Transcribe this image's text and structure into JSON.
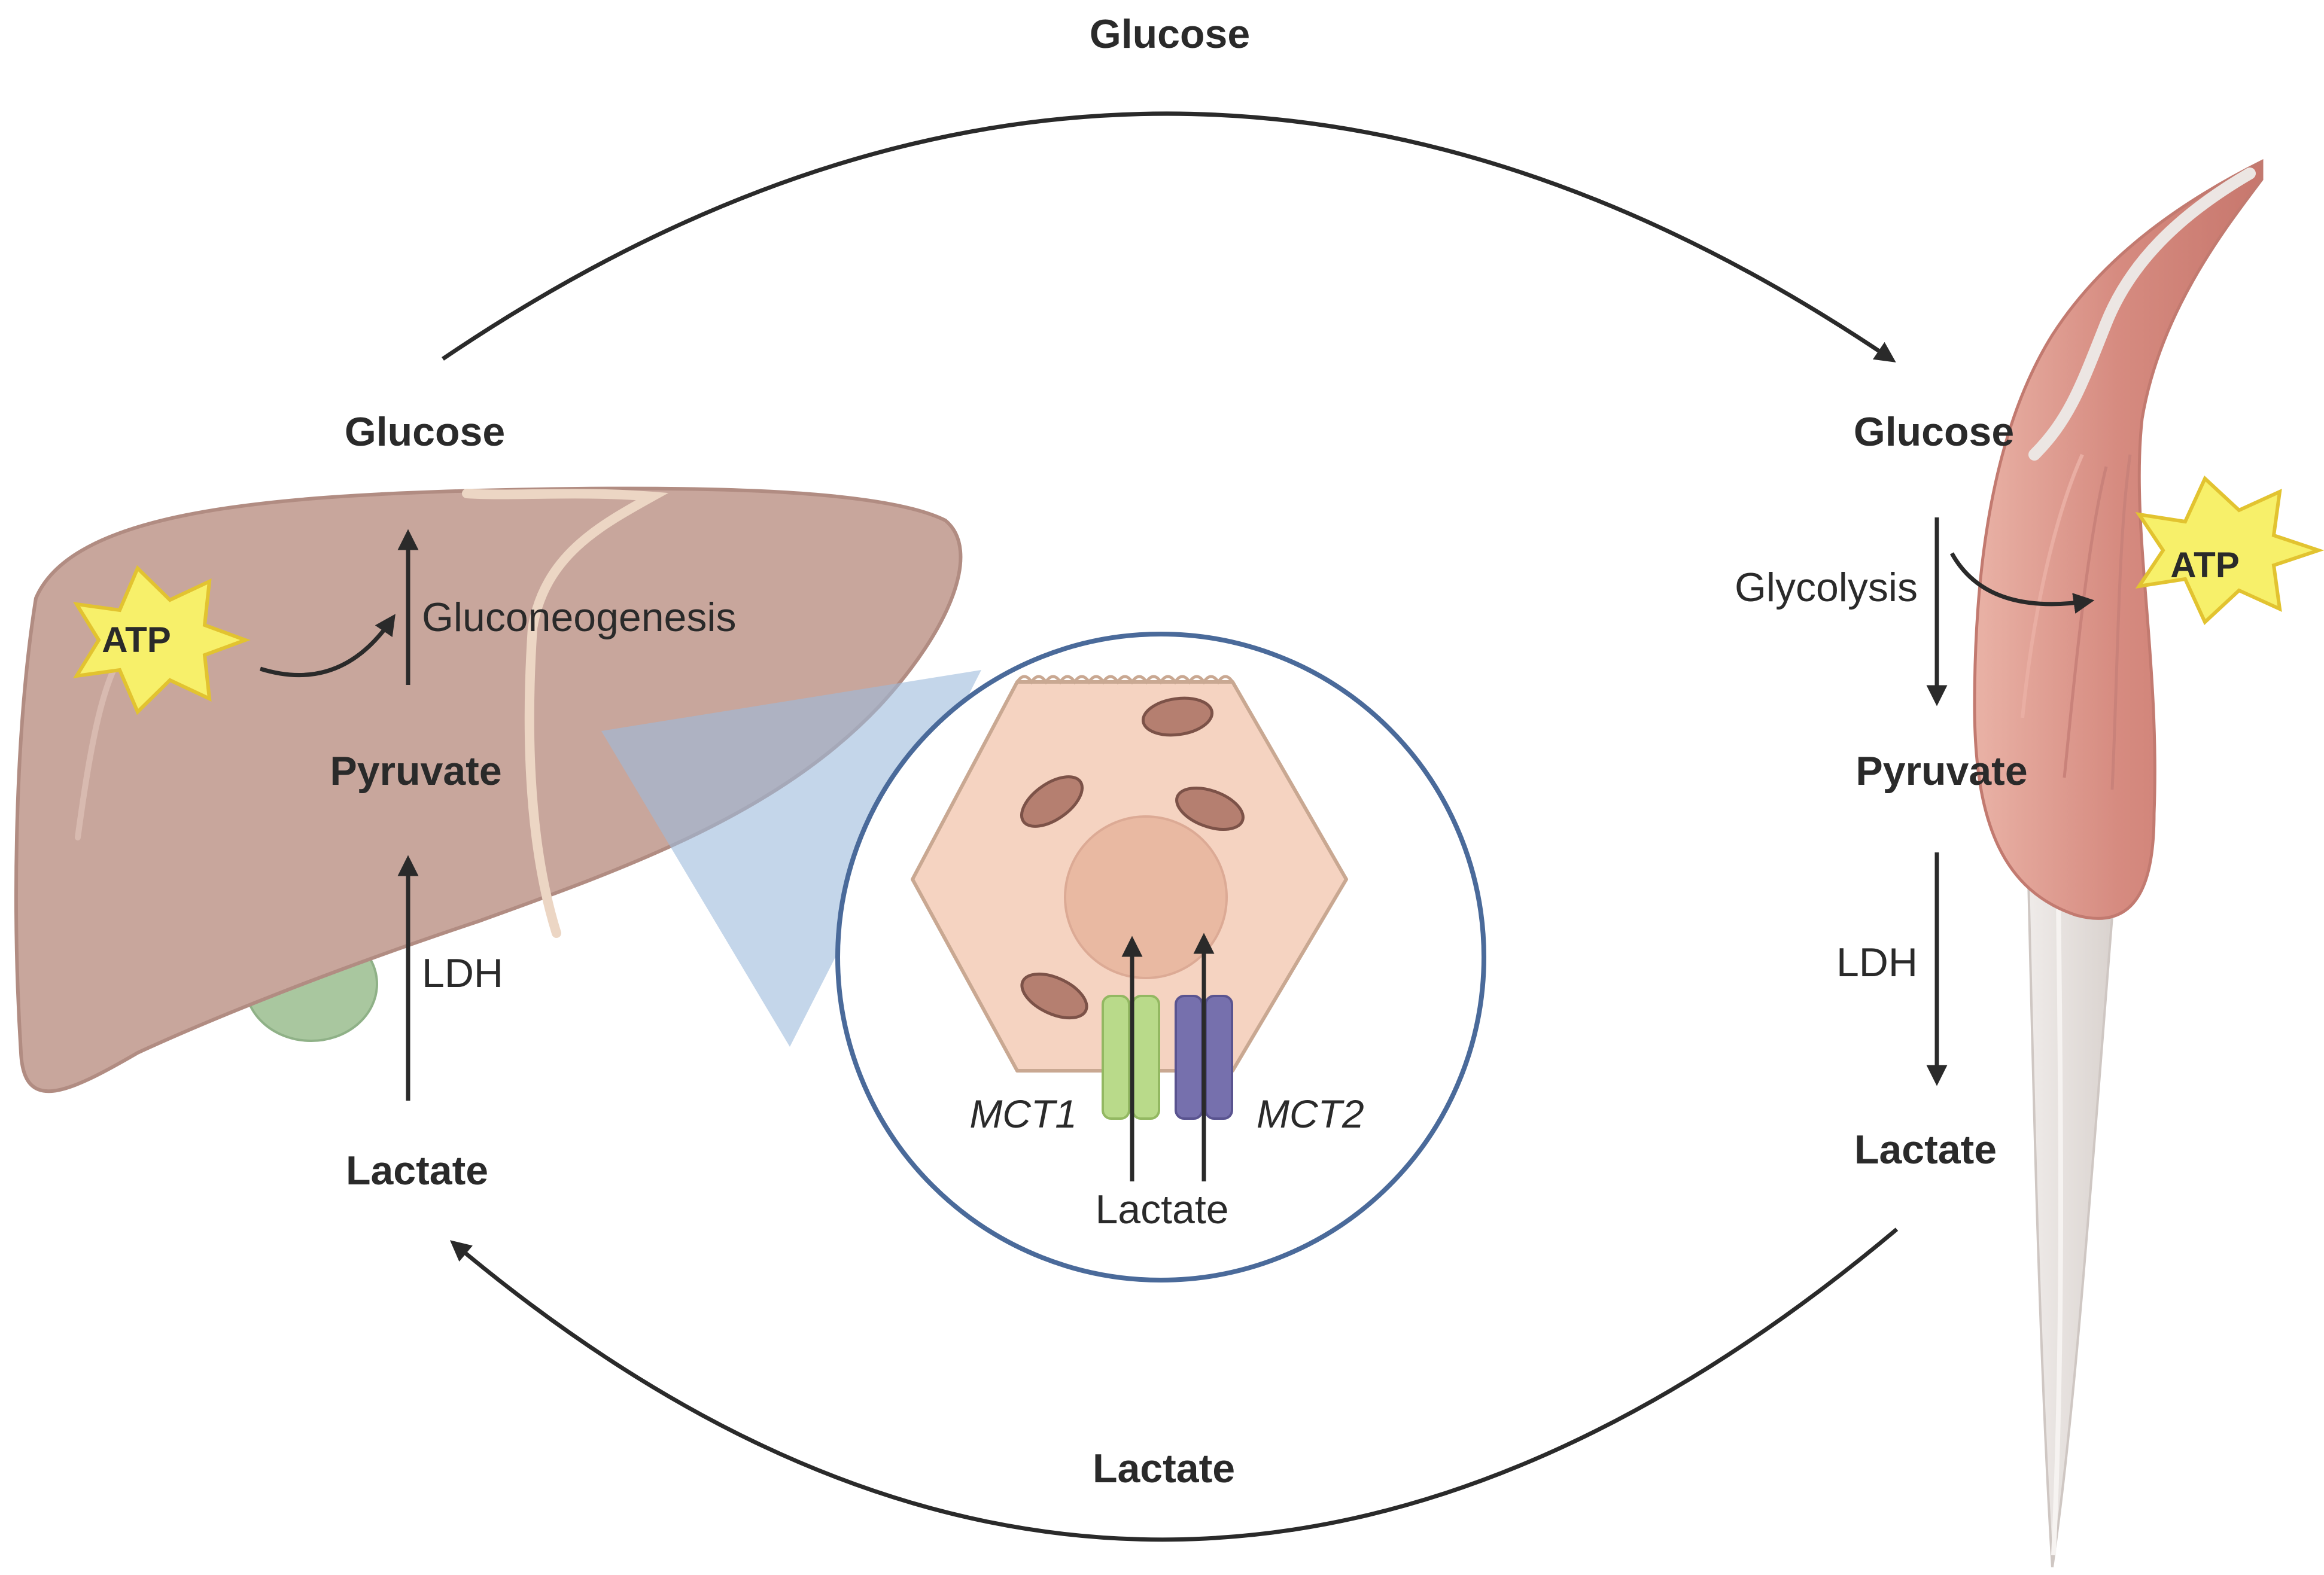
{
  "top_arc": {
    "label": "Glucose"
  },
  "bottom_arc": {
    "label": "Lactate"
  },
  "liver": {
    "glucose": "Glucose",
    "pyruvate": "Pyruvate",
    "lactate": "Lactate",
    "gluconeogenesis": "Gluconeogenesis",
    "ldh": "LDH",
    "atp": "ATP"
  },
  "cell_inset": {
    "mct1": "MCT1",
    "mct2": "MCT2",
    "lactate": "Lactate"
  },
  "muscle": {
    "glucose": "Glucose",
    "glycolysis": "Glycolysis",
    "pyruvate": "Pyruvate",
    "ldh": "LDH",
    "lactate": "Lactate",
    "atp": "ATP"
  },
  "colors": {
    "liver": "#c8a69c",
    "cell": "#f5d3c1",
    "inset_ring": "#4a6a9a",
    "mct1": "#b9da8a",
    "mct2": "#7670ad",
    "atp_burst": "#f7f06a",
    "muscle": "#d9958a",
    "tendon": "#e6e1de"
  }
}
